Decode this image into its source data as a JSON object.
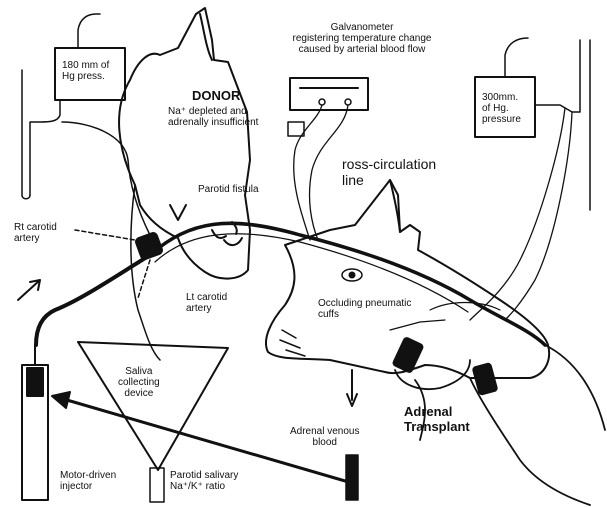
{
  "labels": {
    "donor_pressure": "180 mm of\nHg press.",
    "donor_title": "DONOR",
    "donor_desc": "Na⁺ depleted and\nadrenally insufficient",
    "galvanometer": "Galvanometer\nregistering temperature change\ncaused by arterial blood flow",
    "recipient_pressure": "300mm.\nof Hg.\npressure",
    "cross_circulation": "ross-circulation\nline",
    "parotid_fistula": "Parotid fistula",
    "rt_carotid": "Rt carotid\nartery",
    "lt_carotid": "Lt carotid\nartery",
    "occluding_cuffs": "Occluding pneumatic\ncuffs",
    "saliva_device": "Saliva\ncollecting\ndevice",
    "adrenal_transplant": "Adrenal\nTransplant",
    "adrenal_venous": "Adrenal venous\nblood",
    "motor_injector": "Motor-driven\ninjector",
    "parotid_ratio": "Parotid salivary\nNa⁺/K⁺ ratio"
  },
  "colors": {
    "ink": "#111111",
    "paper": "#ffffff"
  }
}
